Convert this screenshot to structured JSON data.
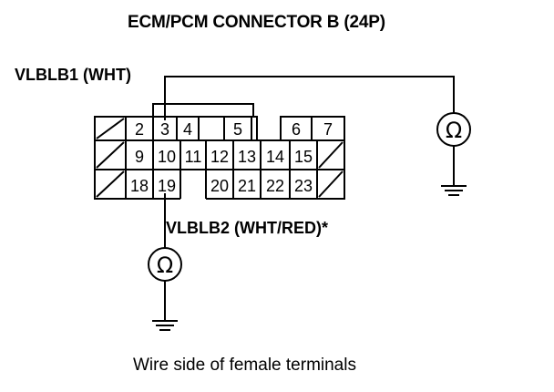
{
  "title": "ECM/PCM CONNECTOR B (24P)",
  "wire1_label": "VLBLB1 (WHT)",
  "wire2_label": "VLBLB2 (WHT/RED)*",
  "caption": "Wire side of female terminals",
  "meter_symbol": "Ω",
  "pins": {
    "p2": "2",
    "p3": "3",
    "p4": "4",
    "p5": "5",
    "p6": "6",
    "p7": "7",
    "p9": "9",
    "p10": "10",
    "p11": "11",
    "p12": "12",
    "p13": "13",
    "p14": "14",
    "p15": "15",
    "p18": "18",
    "p19": "19",
    "p20": "20",
    "p21": "21",
    "p22": "22",
    "p23": "23"
  }
}
